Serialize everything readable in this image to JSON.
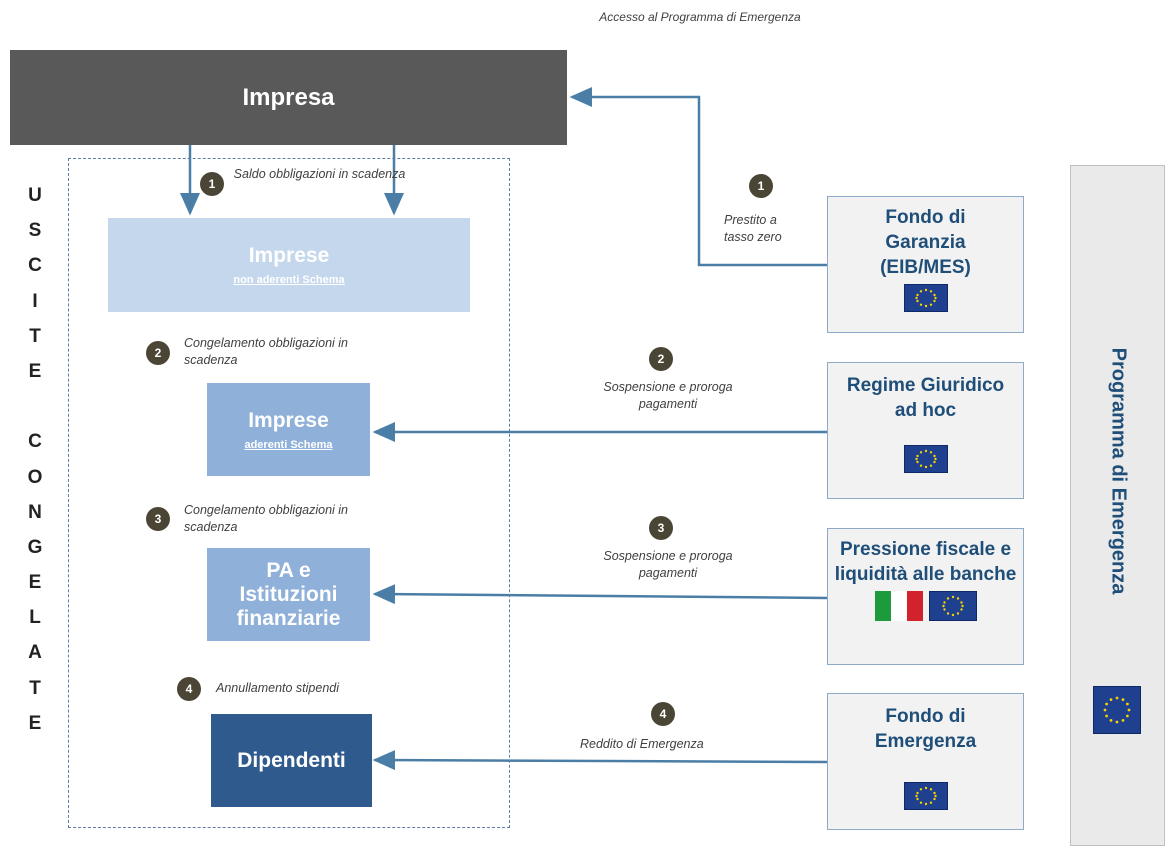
{
  "header": {
    "access_title": "Accesso al Programma  di Emergenza"
  },
  "impresa": {
    "label": "Impresa"
  },
  "uscite_letters": [
    "U",
    "S",
    "C",
    "I",
    "T",
    "E",
    "",
    "C",
    "O",
    "N",
    "G",
    "E",
    "L",
    "A",
    "T",
    "E"
  ],
  "left_steps": [
    {
      "num": "1",
      "note": "Saldo obbligazioni  in scadenza"
    },
    {
      "num": "2",
      "note": "Congelamento obbligazioni  in scadenza"
    },
    {
      "num": "3",
      "note": "Congelamento obbligazioni  in scadenza"
    },
    {
      "num": "4",
      "note": "Annullamento stipendi"
    }
  ],
  "left_boxes": {
    "non_aderenti": {
      "title": "Imprese",
      "subtitle": "non aderenti Schema",
      "color": "#c5d7ec"
    },
    "aderenti": {
      "title": "Imprese",
      "subtitle": "aderenti Schema",
      "color": "#8fb0d8"
    },
    "pa": {
      "title": "PA e Istituzioni finanziarie",
      "color": "#8fb0d8"
    },
    "dipendenti": {
      "title": "Dipendenti",
      "color": "#2e5a8e"
    }
  },
  "right_steps": [
    {
      "num": "1",
      "note": "Prestito a tasso zero"
    },
    {
      "num": "2",
      "note": "Sospensione e proroga pagamenti"
    },
    {
      "num": "3",
      "note": "Sospensione e proroga pagamenti"
    },
    {
      "num": "4",
      "note": "Reddito di Emergenza"
    }
  ],
  "right_boxes": [
    {
      "title": "Fondo di Garanzia (EIB/MES)",
      "flags": [
        "eu-flag-icon"
      ]
    },
    {
      "title": "Regime Giuridico ad hoc",
      "flags": [
        "eu-flag-icon"
      ]
    },
    {
      "title": "Pressione fiscale e liquidità alle banche",
      "flags": [
        "italy-flag-icon",
        "eu-flag-icon"
      ]
    },
    {
      "title": "Fondo di Emergenza",
      "flags": [
        "eu-flag-icon"
      ]
    }
  ],
  "programma": {
    "label": "Programma di Emergenza",
    "flag": "eu-flag-icon"
  },
  "colors": {
    "arrow": "#4a7ea6",
    "impresa_bg": "#595959",
    "right_text": "#1f4e79"
  }
}
